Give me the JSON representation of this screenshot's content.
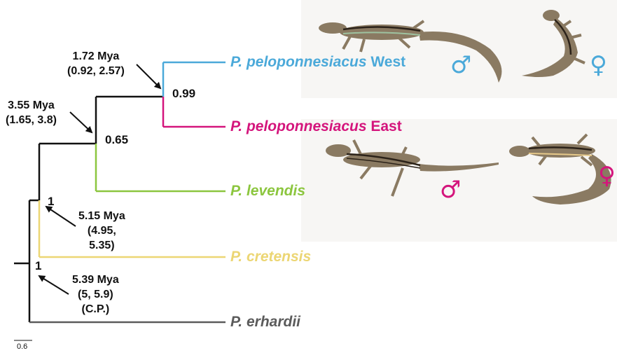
{
  "colors": {
    "west": "#4ba9d9",
    "east": "#d4157c",
    "levendis": "#8cc63f",
    "cretensis": "#ecd674",
    "erhardii": "#5b5b5b",
    "backbone": "#111111",
    "lizard_body": "#8a7a62",
    "lizard_stripe": "#2b2219"
  },
  "taxa": {
    "west": {
      "species": "P. peloponnesiacus",
      "suffix": "West"
    },
    "east": {
      "species": "P. peloponnesiacus",
      "suffix": "East"
    },
    "levendis": {
      "species": "P. levendis"
    },
    "cretensis": {
      "species": "P. cretensis"
    },
    "erhardii": {
      "species": "P. erhardii"
    }
  },
  "support": {
    "pelo": "0.99",
    "lev": "0.65",
    "cret": "1",
    "root": "1"
  },
  "dates": {
    "pelo": {
      "line1": "1.72 Mya",
      "line2": "(0.92, 2.57)"
    },
    "lev": {
      "line1": "3.55 Mya",
      "line2": "(1.65, 3.8)"
    },
    "cret": {
      "line1": "5.15 Mya",
      "line2": "(4.95,",
      "line3": "5.35)"
    },
    "root": {
      "line1": "5.39 Mya",
      "line2": "(5, 5.9)",
      "line3": "(C.P.)"
    }
  },
  "scale": {
    "label": "0.6"
  },
  "sex_symbols": {
    "west_male": "♂",
    "west_female": "♀",
    "east_male": "♂",
    "east_female": "♀"
  },
  "icons": [
    "lizard-west-male-icon",
    "lizard-west-female-icon",
    "lizard-east-male-icon",
    "lizard-east-female-icon",
    "arrow-icon"
  ]
}
